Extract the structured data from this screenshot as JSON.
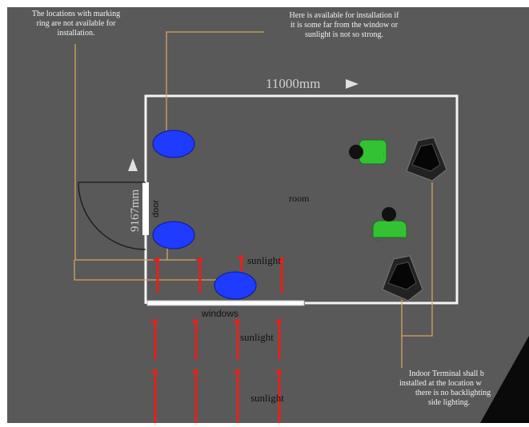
{
  "notes": {
    "top_left": [
      "The locations with marking",
      "ring are not available for",
      "installation."
    ],
    "top_right": [
      "Here is available for installation if",
      "it is some far from the window or",
      "sunlight is not so strong."
    ],
    "bottom_right": [
      "Indoor Terminal shall b",
      "installed at the location w",
      "there is no backlighting",
      "side lighting."
    ]
  },
  "dimensions": {
    "width": "11000mm",
    "height": "9167mm"
  },
  "labels": {
    "room": "room",
    "door": "door",
    "windows": "windows",
    "sunlight_1": "sunlight",
    "sunlight_2": "sunlight",
    "sunlight_3": "sunlight"
  },
  "colors": {
    "background": "#595959",
    "wall": "#f4f4f4",
    "leader_line": "#d9a35a",
    "marking_ring": "#1f3bff",
    "sun_arrow": "#e8201a",
    "person": "#33c233"
  },
  "icons": {
    "terminal": "face-recognition-terminal-icon",
    "person": "person-icon"
  }
}
